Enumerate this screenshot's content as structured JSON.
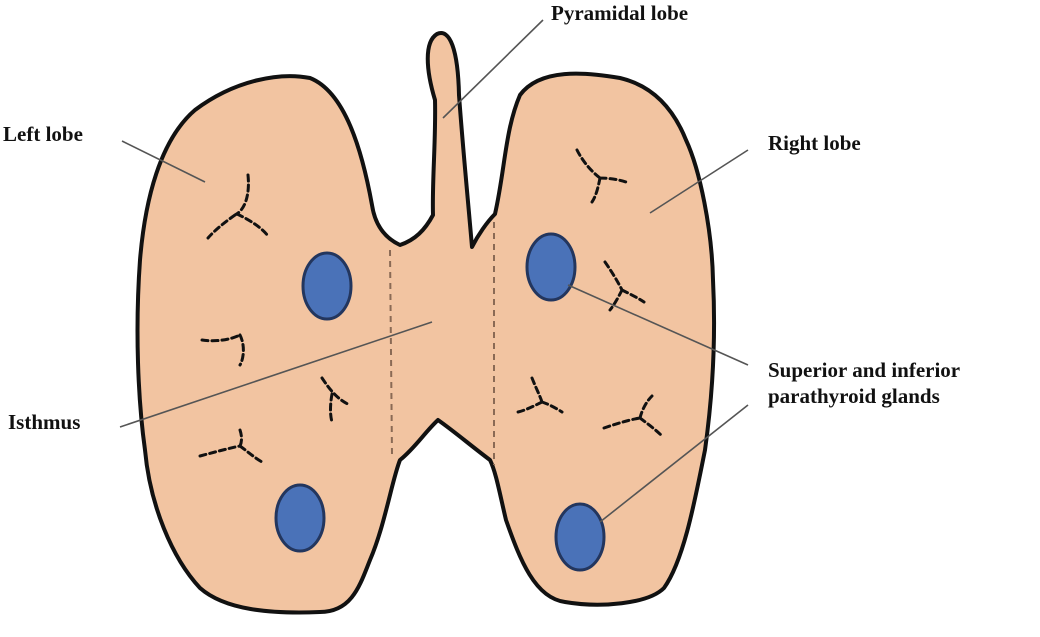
{
  "labels": {
    "pyramidal_lobe": "Pyramidal lobe",
    "left_lobe": "Left lobe",
    "right_lobe": "Right lobe",
    "isthmus": "Isthmus",
    "parathyroid_line1": "Superior and inferior",
    "parathyroid_line2": "parathyroid glands"
  },
  "colors": {
    "gland_fill": "#f2c4a1",
    "outline": "#111111",
    "parathyroid_fill": "#4a72b8",
    "parathyroid_stroke": "#23365e",
    "leader_line": "#555555",
    "dashed_line": "#8a6a55"
  }
}
